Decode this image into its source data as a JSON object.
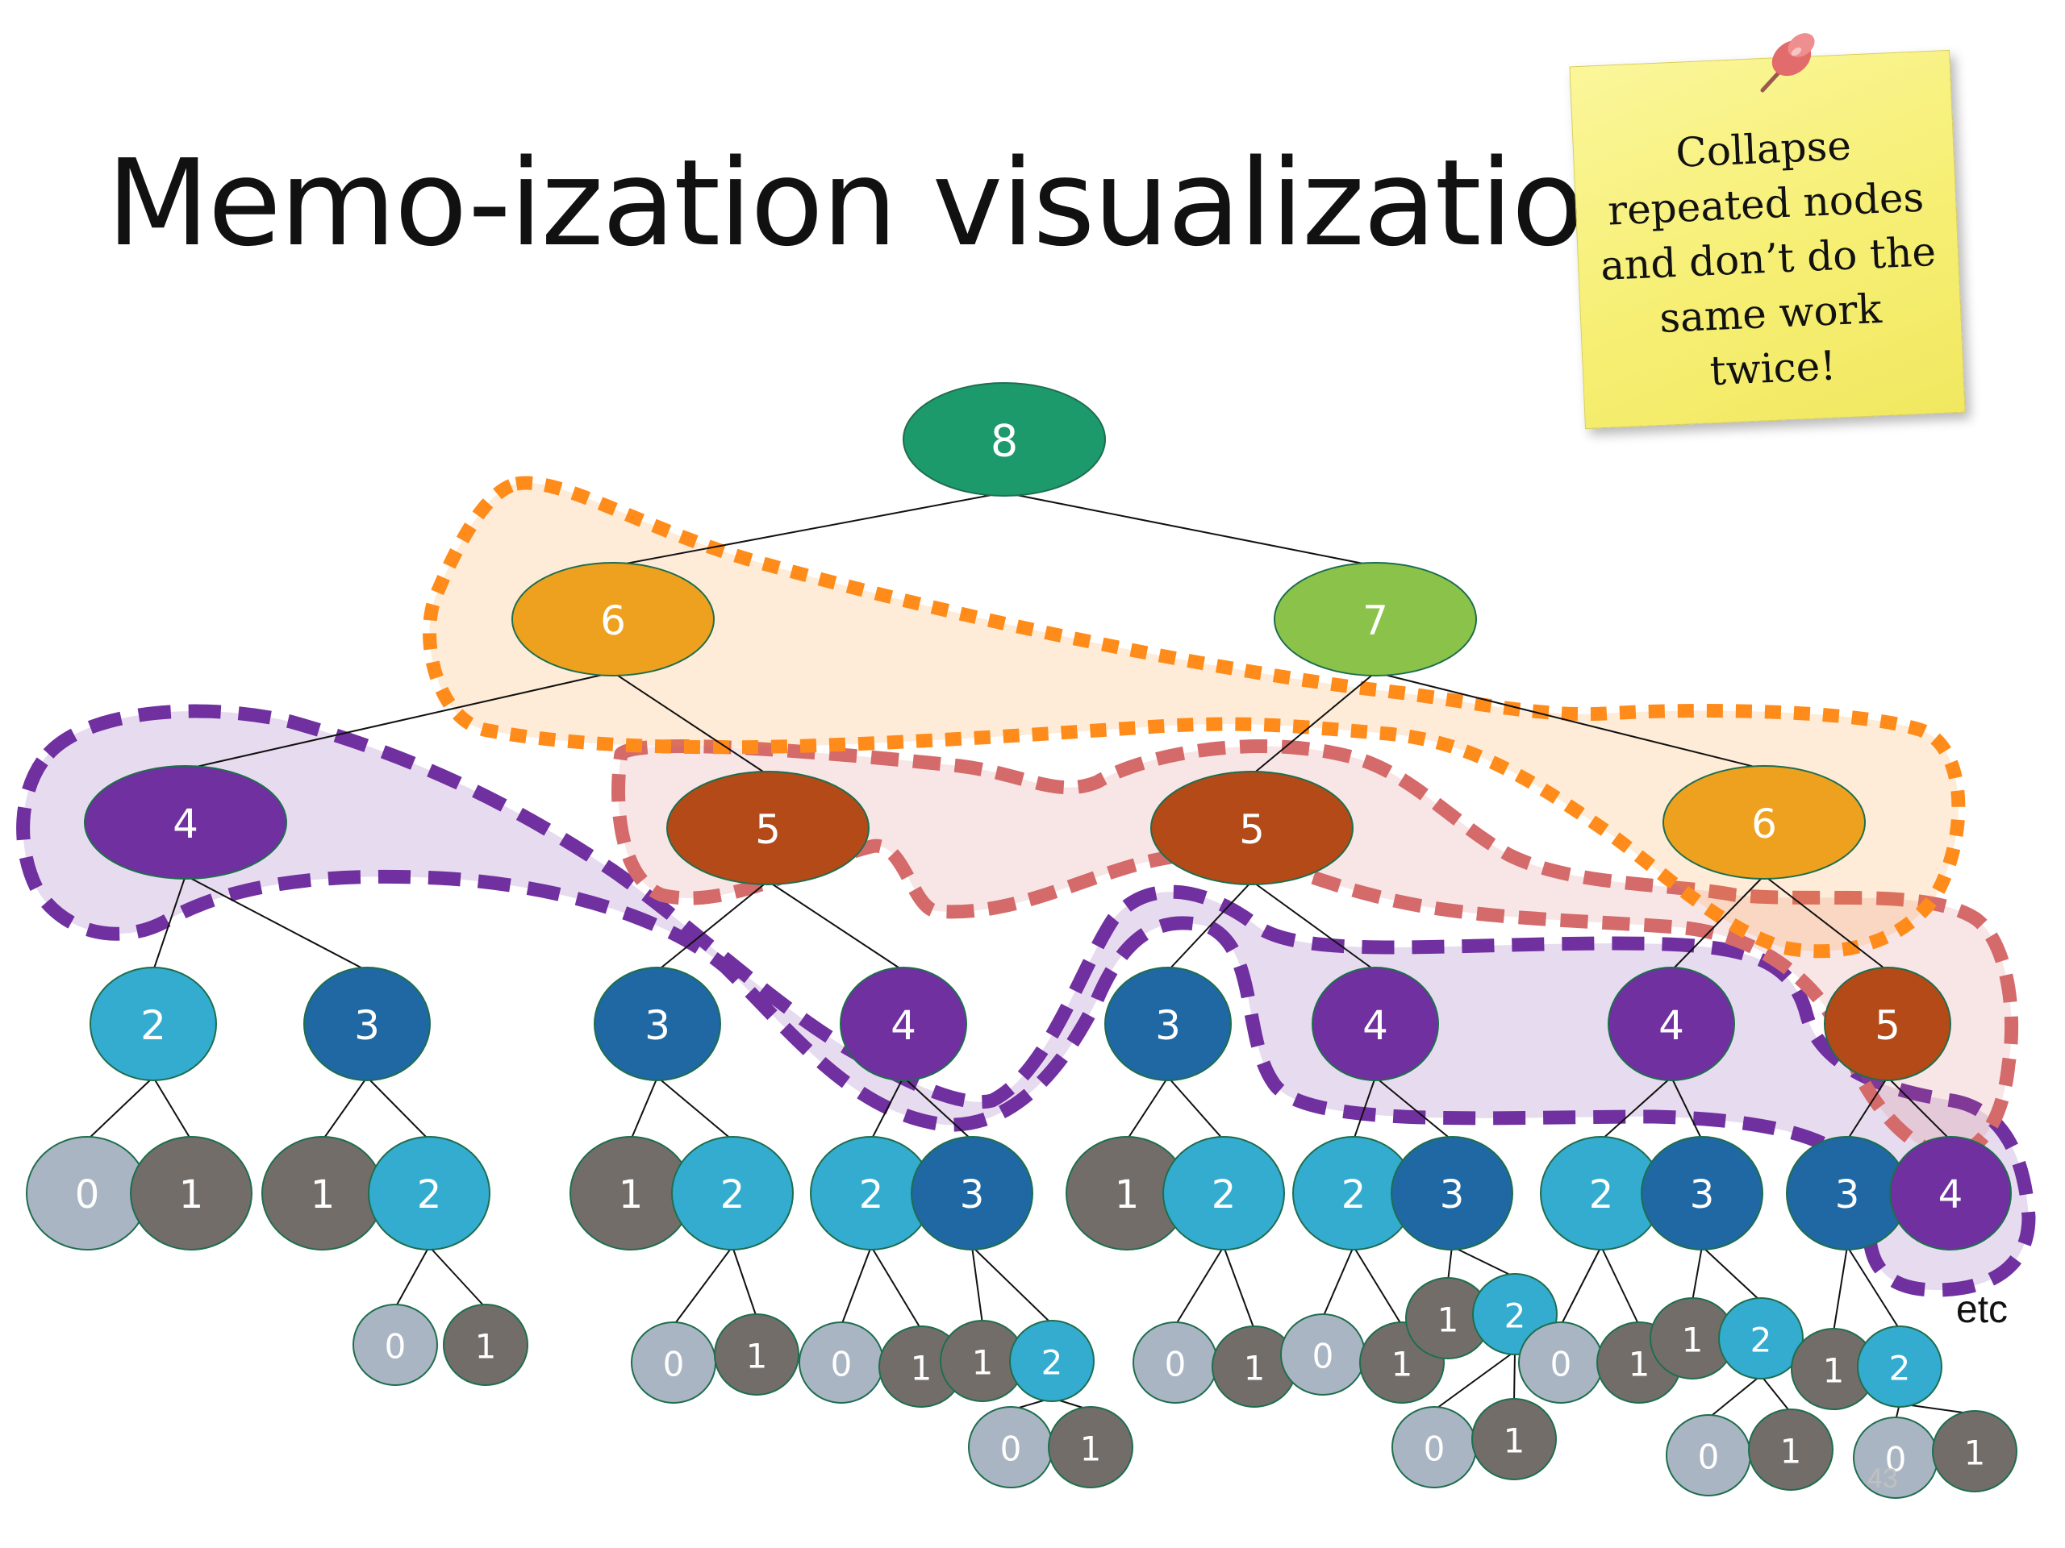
{
  "title": "Memo-ization visualization",
  "sticky_note": {
    "text": "Collapse\nrepeated nodes\nand don’t do the\nsame work\ntwice!"
  },
  "etc_label": "etc",
  "page_number": "43",
  "colors": {
    "n0": "#aab5c3",
    "n1": "#736d6a",
    "n2": "#33acd0",
    "n3": "#1f68a3",
    "n4": "#7030a0",
    "n5": "#b34a17",
    "n6": "#eea11e",
    "n7": "#8bc34a",
    "n8": "#1d9a6c",
    "orange_region": "#ff8c1a",
    "red_region": "#d46a6a",
    "purple_region": "#7030a0"
  },
  "tree_labels": {
    "root": "8",
    "level1": [
      "6",
      "7"
    ],
    "level2": [
      "4",
      "5",
      "5",
      "6"
    ],
    "level3": [
      "2",
      "3",
      "3",
      "4",
      "3",
      "4",
      "4",
      "5"
    ],
    "level4": [
      "0",
      "1",
      "1",
      "2",
      "1",
      "2",
      "2",
      "3",
      "1",
      "2",
      "2",
      "3",
      "2",
      "3",
      "3",
      "4"
    ],
    "level5": [
      "0",
      "1",
      "0",
      "1",
      "0",
      "1",
      "1",
      "2",
      "0",
      "1",
      "0",
      "1",
      "1",
      "2",
      "0",
      "1",
      "1",
      "2",
      "1",
      "2"
    ],
    "level6": [
      "0",
      "1",
      "0",
      "1",
      "0",
      "1",
      "0",
      "1"
    ]
  }
}
